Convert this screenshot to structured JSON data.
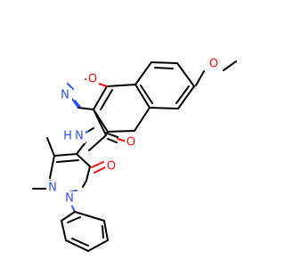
{
  "molecule": {
    "atoms": {
      "methoxy_o": "O",
      "isoxazole_o": "O",
      "isoxazole_n": "N",
      "amide_nh": "N",
      "amide_h": "H",
      "amide_o": "O",
      "ketone_o": "O",
      "pyrazole_n1": "N",
      "pyrazole_n2": "N"
    },
    "colors": {
      "carbon": "#000000",
      "oxygen": "#ff0d0d",
      "nitrogen": "#3050f8",
      "background": "#ffffff"
    }
  }
}
